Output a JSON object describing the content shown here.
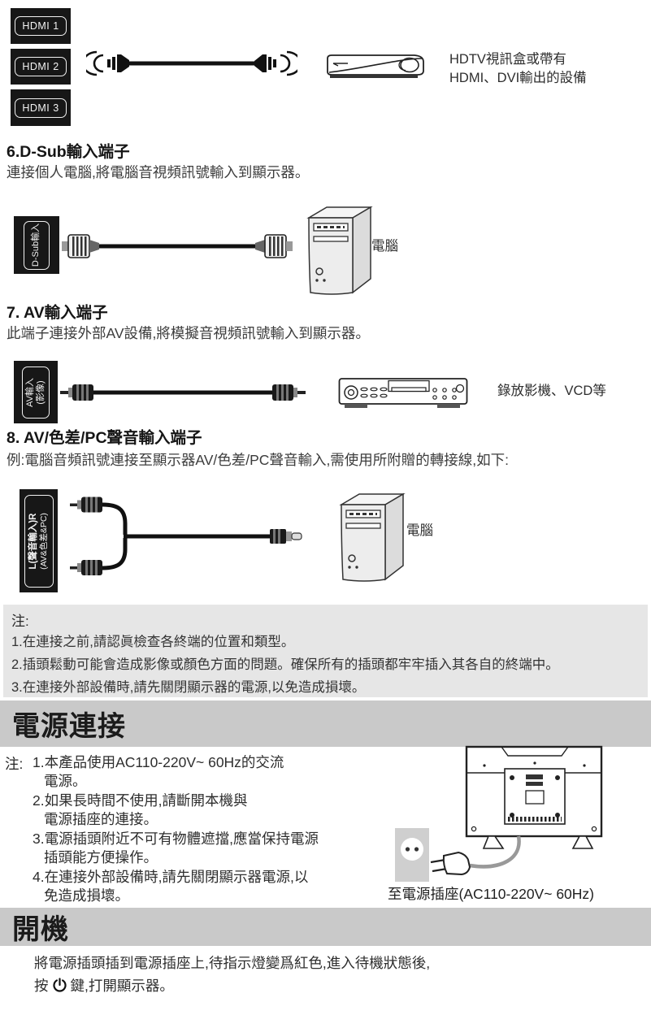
{
  "colors": {
    "port_box_bg": "#171717",
    "note_box_bg": "#e6e6e6",
    "banner_bg": "#c9c9c9"
  },
  "hdmi": {
    "ports": [
      "HDMI 1",
      "HDMI 2",
      "HDMI 3"
    ],
    "device_line1": "HDTV視訊盒或帶有",
    "device_line2": "HDMI、DVI輸出的設備"
  },
  "dsub": {
    "heading": "6.D-Sub輸入端子",
    "body": "連接個人電腦,將電腦音視頻訊號輸入到顯示器。",
    "port": "D-Sub輸入",
    "device": "電腦"
  },
  "av": {
    "heading": "7. AV輸入端子",
    "body": "此端子連接外部AV設備,將模擬音視頻訊號輸入到顯示器。",
    "port_line1": "AV輸入",
    "port_line2": "(影像)",
    "device": "錄放影機、VCD等"
  },
  "audio": {
    "heading": "8. AV/色差/PC聲音輸入端子",
    "body": "例:電腦音頻訊號連接至顯示器AV/色差/PC聲音輸入,需使用所附贈的轉接線,如下:",
    "port_line1": "L(聲音輸入)R",
    "port_line2": "(AV&色差&PC)",
    "device": "電腦"
  },
  "notes": {
    "title": "注:",
    "items": [
      "1.在連接之前,請認眞檢查各終端的位置和類型。",
      "2.插頭鬆動可能會造成影像或顏色方面的問題。確保所有的插頭都牢牢插入其各自的終端中。",
      "3.在連接外部設備時,請先關閉顯示器的電源,以免造成損壞。"
    ]
  },
  "power": {
    "banner": "電源連接",
    "note_label": "注:",
    "items": [
      [
        "1.本產品使用AC110-220V~ 60Hz的交流",
        "電源。"
      ],
      [
        "2.如果長時間不使用,請斷開本機與",
        "電源插座的連接。"
      ],
      [
        "3.電源插頭附近不可有物體遮擋,應當保持電源",
        "插頭能方便操作。"
      ],
      [
        "4.在連接外部設備時,請先關閉顯示器電源,以",
        "免造成損壞。"
      ]
    ],
    "outlet_label": "至電源插座(AC110-220V~ 60Hz)"
  },
  "power_on": {
    "banner": "開機",
    "line1": "將電源插頭插到電源插座上,待指示燈變爲紅色,進入待機狀態後,",
    "line2_prefix": "按",
    "icon": "power-symbol",
    "line2_suffix": "鍵,打開顯示器。"
  }
}
